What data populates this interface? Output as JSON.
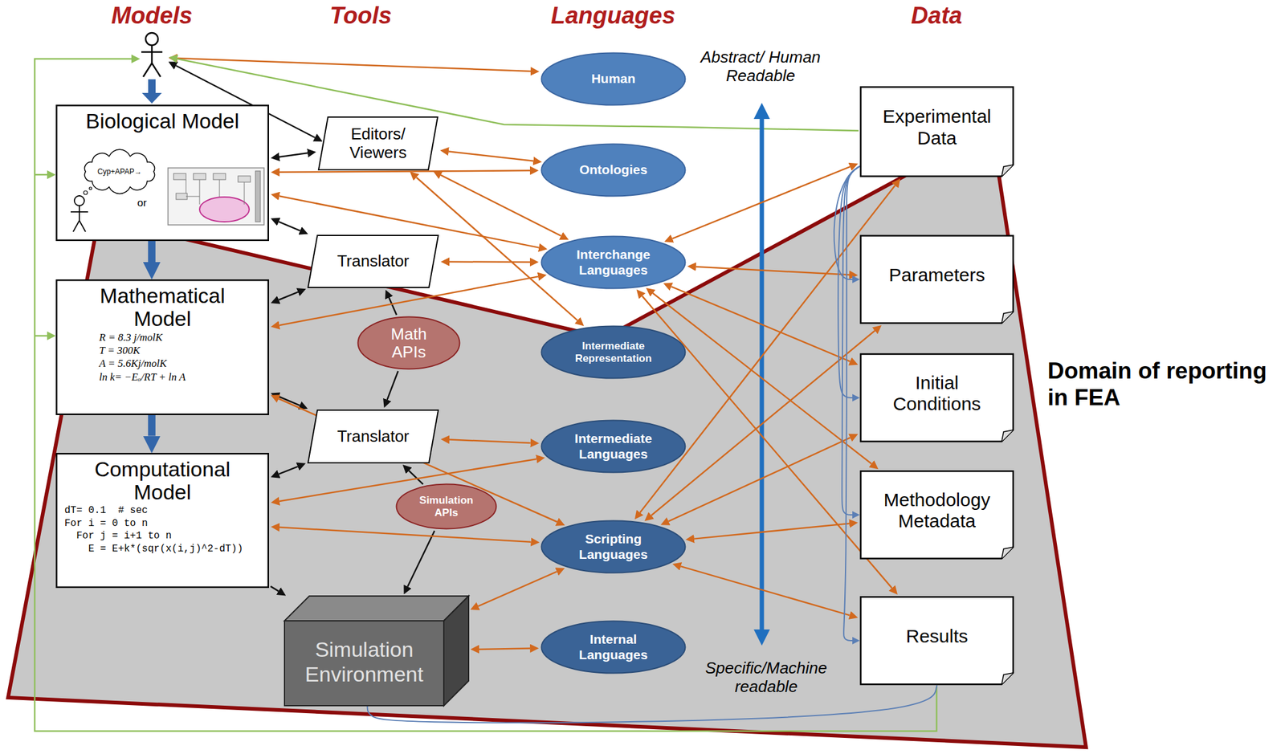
{
  "diagram": {
    "nodes": [
      {
        "text": [
          "Biological Model"
        ]
      },
      {
        "text": [
          "Cyp+APAP→"
        ],
        "in": 0
      },
      {
        "text": [
          "Mathematical Model",
          "R = 8.3 j/molK",
          "T = 300K",
          "A = 5.6Kj/molK",
          "ln k= −Eₐ/RT + ln A"
        ]
      },
      {
        "text": [
          "Computational Model",
          "dT= 0.1  # sec",
          "For i = 0 to n",
          "For j = i+1 to n",
          "E = E+k*(sqr(x(i,j)^2-dT))"
        ]
      },
      {
        "text": [
          "Editors/ Viewers"
        ]
      },
      {
        "text": [
          "Translator"
        ]
      },
      {
        "text": [
          "Math APIs"
        ]
      },
      {
        "text": [
          "Translator"
        ]
      },
      {
        "text": [
          "Simulation APIs"
        ]
      },
      {
        "text": [
          "Simulation Environment"
        ]
      },
      {
        "text": [
          "Human"
        ]
      },
      {
        "text": [
          "Ontologies"
        ]
      },
      {
        "text": [
          "Interchange Languages"
        ]
      },
      {
        "text": [
          "Intermediate Representation"
        ]
      },
      {
        "text": [
          "Intermediate Languages"
        ]
      },
      {
        "text": [
          "Scripting Languages"
        ]
      },
      {
        "text": [
          "Internal Languages"
        ]
      },
      {
        "text": [
          "Experimental Data"
        ]
      },
      {
        "text": [
          "Parameters"
        ]
      },
      {
        "text": [
          "Initial Conditions"
        ]
      },
      {
        "text": [
          "Methodology Metadata"
        ]
      },
      {
        "text": [
          "Results"
        ]
      }
    ],
    "edges": [
      {
        "from": 0,
        "to": 2,
        "arrow": "to"
      },
      {
        "from": 2,
        "to": 3,
        "arrow": "to"
      },
      {
        "from": 0,
        "to": 4,
        "arrow": "both"
      },
      {
        "from": 0,
        "to": 5,
        "arrow": "both"
      },
      {
        "from": 5,
        "to": 2,
        "arrow": "both"
      },
      {
        "from": 2,
        "to": 7,
        "arrow": "both"
      },
      {
        "from": 7,
        "to": 3,
        "arrow": "both"
      },
      {
        "from": 6,
        "to": 5,
        "arrow": "to"
      },
      {
        "from": 6,
        "to": 7,
        "arrow": "to"
      },
      {
        "from": 8,
        "to": 7,
        "arrow": "to"
      },
      {
        "from": 8,
        "to": 9,
        "arrow": "to"
      },
      {
        "from": 3,
        "to": 9,
        "arrow": "to"
      },
      {
        "from": 4,
        "to": 11,
        "arrow": "both"
      },
      {
        "from": 4,
        "to": 12,
        "arrow": "both"
      },
      {
        "from": 0,
        "to": 11,
        "arrow": "both"
      },
      {
        "from": 0,
        "to": 12,
        "arrow": "both"
      },
      {
        "from": 5,
        "to": 12,
        "arrow": "both"
      },
      {
        "from": 4,
        "to": 13,
        "arrow": "both"
      },
      {
        "from": 2,
        "to": 12,
        "arrow": "both"
      },
      {
        "from": 2,
        "to": 15,
        "arrow": "both"
      },
      {
        "from": 7,
        "to": 14,
        "arrow": "both"
      },
      {
        "from": 3,
        "to": 14,
        "arrow": "both"
      },
      {
        "from": 3,
        "to": 15,
        "arrow": "both"
      },
      {
        "from": 9,
        "to": 15,
        "arrow": "both"
      },
      {
        "from": 9,
        "to": 16,
        "arrow": "both"
      },
      {
        "from": 12,
        "to": 17,
        "arrow": "both"
      },
      {
        "from": 12,
        "to": 18,
        "arrow": "both"
      },
      {
        "from": 12,
        "to": 19,
        "arrow": "both"
      },
      {
        "from": 12,
        "to": 20,
        "arrow": "both"
      },
      {
        "from": 12,
        "to": 21,
        "arrow": "both"
      },
      {
        "from": 15,
        "to": 17,
        "arrow": "both"
      },
      {
        "from": 15,
        "to": 18,
        "arrow": "both"
      },
      {
        "from": 15,
        "to": 19,
        "arrow": "both"
      },
      {
        "from": 15,
        "to": 20,
        "arrow": "both"
      },
      {
        "from": 15,
        "to": 21,
        "arrow": "both"
      },
      {
        "from": 17,
        "to": 18,
        "arrow": "to"
      },
      {
        "from": 17,
        "to": 19,
        "arrow": "to"
      },
      {
        "from": 17,
        "to": 20,
        "arrow": "to"
      },
      {
        "from": 17,
        "to": 21,
        "arrow": "to"
      },
      {
        "from": 21,
        "to": 9,
        "arrow": "none"
      }
    ],
    "labels": [
      "Models",
      "Tools",
      "Languages",
      "Data",
      "or",
      "Abstract/ Human Readable",
      "Specific/Machine readable",
      "Domain of reporting in FEA"
    ]
  }
}
